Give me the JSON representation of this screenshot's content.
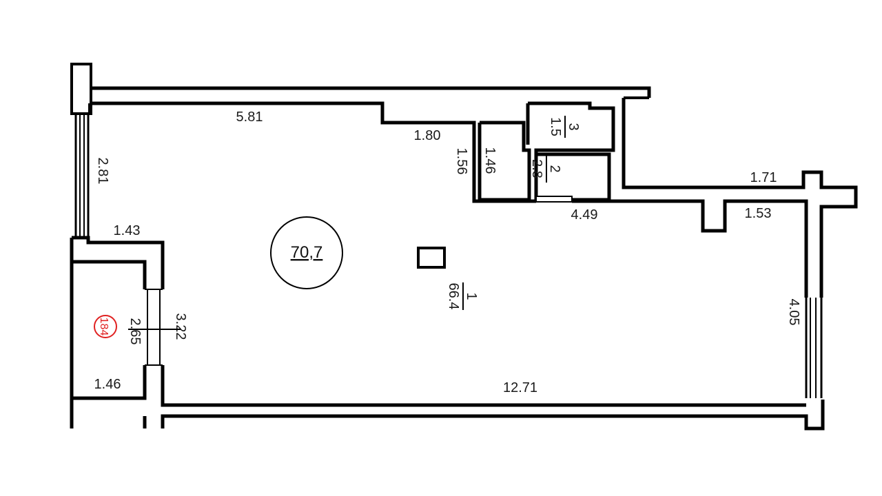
{
  "plan": {
    "total_area": "70,7",
    "apartment_number": "184",
    "rooms": [
      {
        "number": "1",
        "area": "66.4"
      },
      {
        "number": "2",
        "area": "2.8"
      },
      {
        "number": "3",
        "area": "1.5"
      }
    ],
    "dimensions": {
      "top_wall": "5.81",
      "step_wall": "1.80",
      "bath_wall_outer": "1.56",
      "bath_wall_inner": "1.46",
      "right_upper": "1.71",
      "right_lower": "1.53",
      "bath_bottom": "4.49",
      "left_window": "2.81",
      "left_niche_top": "1.43",
      "left_niche_bottom": "1.46",
      "niche_depth": "3.22",
      "niche_height": "2.65",
      "right_window": "4.05",
      "bottom_wall": "12.71"
    },
    "colors": {
      "wall": "#000000",
      "badge": "#e02020",
      "text": "#1a1a1a"
    }
  }
}
